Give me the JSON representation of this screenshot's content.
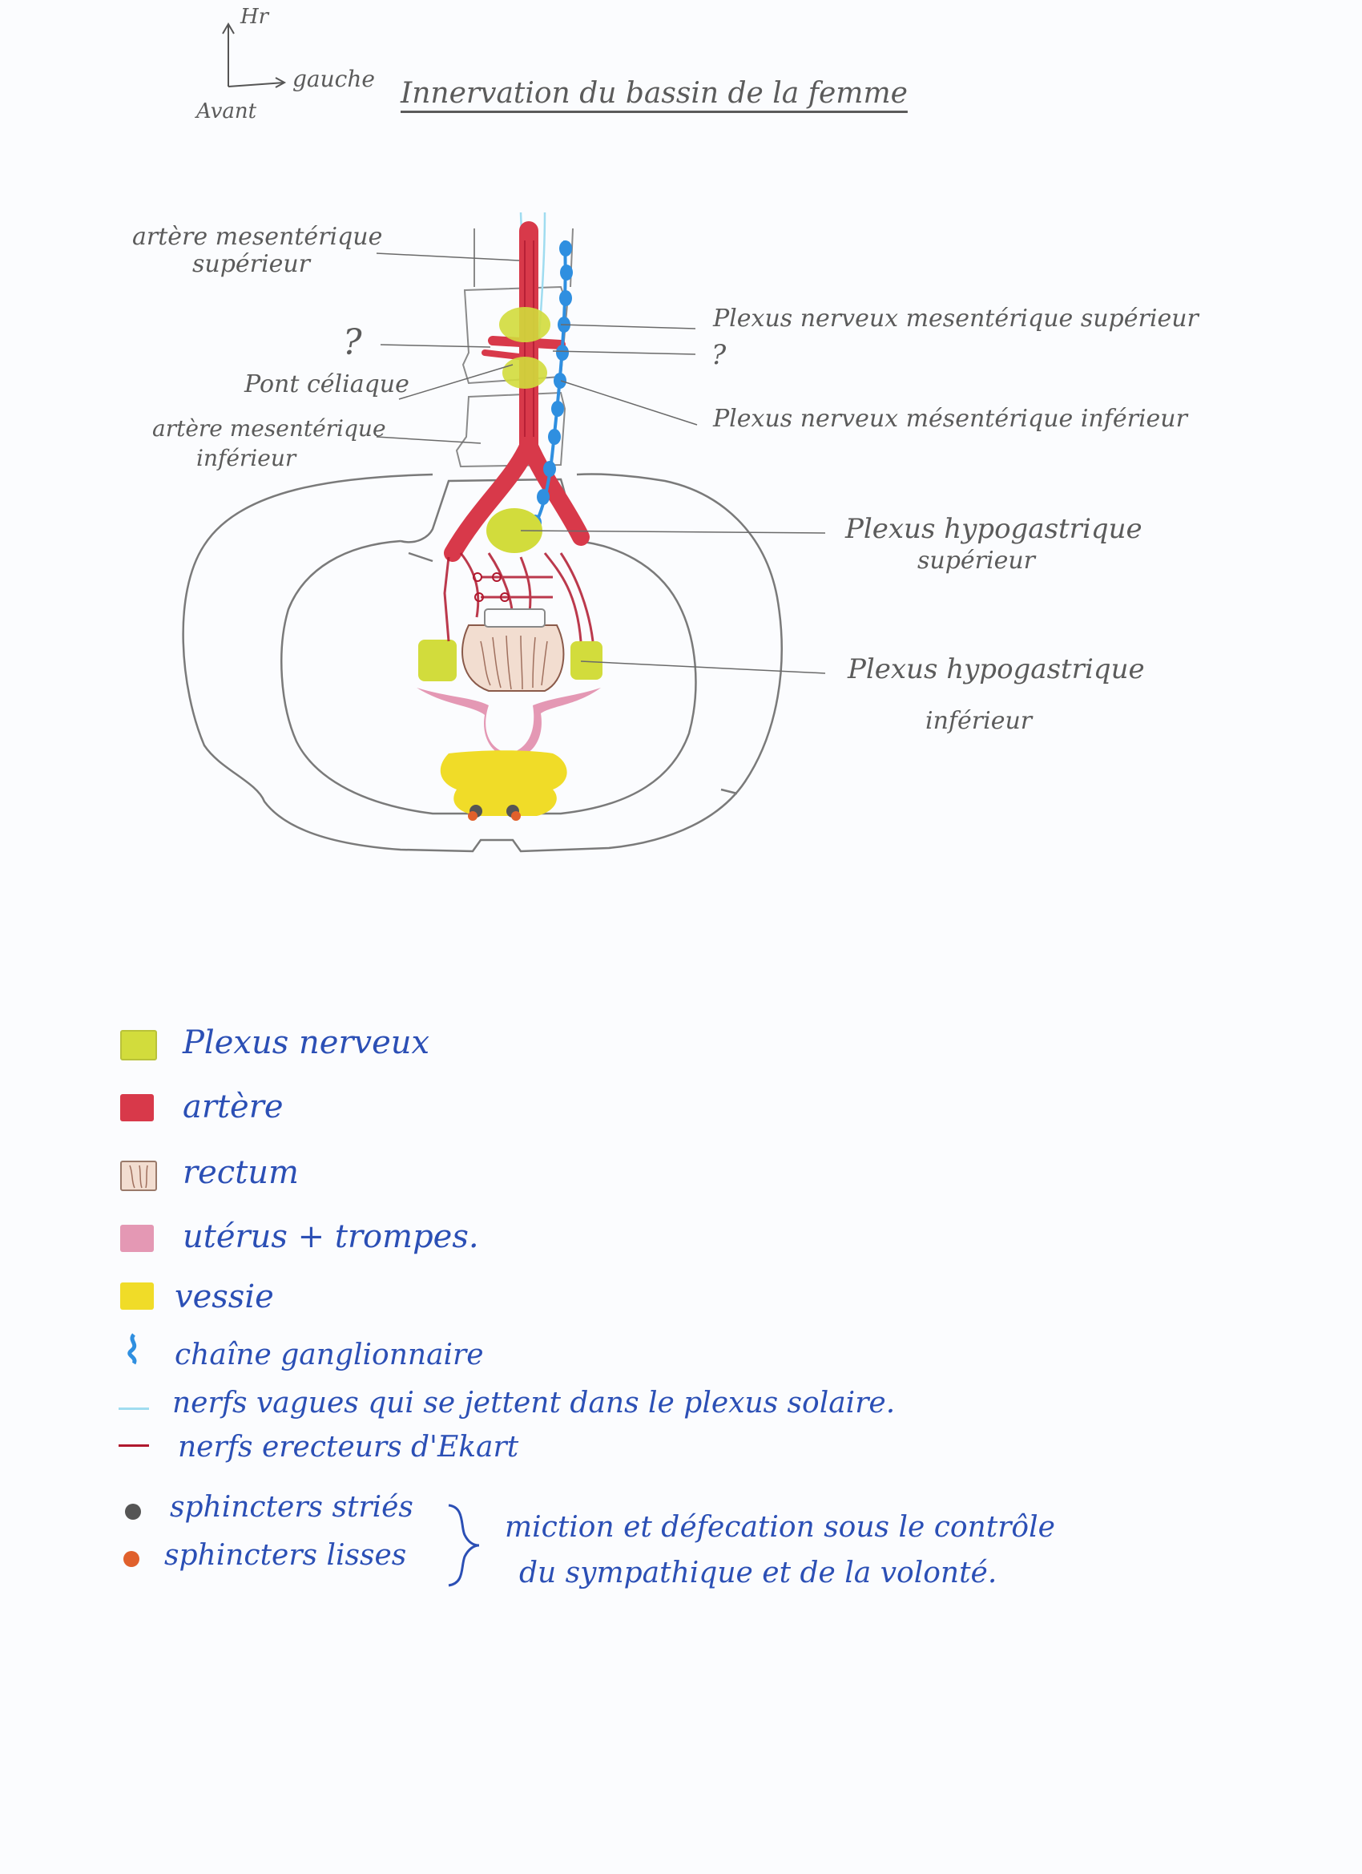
{
  "axes": {
    "up": "Hr",
    "right": "gauche",
    "front": "Avant"
  },
  "title": "Innervation du bassin de la femme",
  "labels": {
    "artere_mes_sup": [
      "artère mesentérique",
      "supérieur"
    ],
    "question_1": "?",
    "pont_celiaque": "Pont céliaque",
    "artere_mes_inf": [
      "artère mesentérique",
      "inférieur"
    ],
    "plexus_mes_sup": "Plexus nerveux mesentérique supérieur",
    "question_2": "?",
    "plexus_mes_inf": "Plexus nerveux mésentérique inférieur",
    "plexus_hypo_sup": [
      "Plexus hypogastrique",
      "supérieur"
    ],
    "plexus_hypo_inf": [
      "Plexus hypogastrique",
      "inférieur"
    ]
  },
  "legend": [
    {
      "label": "Plexus nerveux",
      "color": "#d2dc3c"
    },
    {
      "label": "artère",
      "color": "#d8394a"
    },
    {
      "label": "rectum",
      "color": "#f2ddd0"
    },
    {
      "label": "utérus + trompes.",
      "color": "#e498b4"
    },
    {
      "label": "vessie",
      "color": "#f0dc28"
    },
    {
      "label": "chaîne ganglionnaire",
      "color": "#2f8fe0"
    },
    {
      "label": "nerfs vagues qui se jettent dans le plexus solaire.",
      "color": "#9fdcf0"
    },
    {
      "label": "nerfs erecteurs d'Ekart",
      "color": "#b0182e"
    }
  ],
  "sphincters": [
    {
      "label": "sphincters striés",
      "color": "#555555"
    },
    {
      "label": "sphincters lisses",
      "color": "#e0602c"
    }
  ],
  "note": [
    "miction et défecation sous le contrôle",
    "du sympathique et de la volonté."
  ],
  "colors": {
    "pencil": "#5b5b5b",
    "ink": "#2b4fb5",
    "plexus": "#d2dc3c",
    "artery": "#d8394a",
    "rectum": "#f2ddd0",
    "uterus": "#e498b4",
    "bladder": "#f0dc28",
    "chain": "#2f8fe0",
    "vagus": "#9fdcf0",
    "erector": "#b0182e",
    "striated": "#555555",
    "smooth": "#e0602c"
  }
}
